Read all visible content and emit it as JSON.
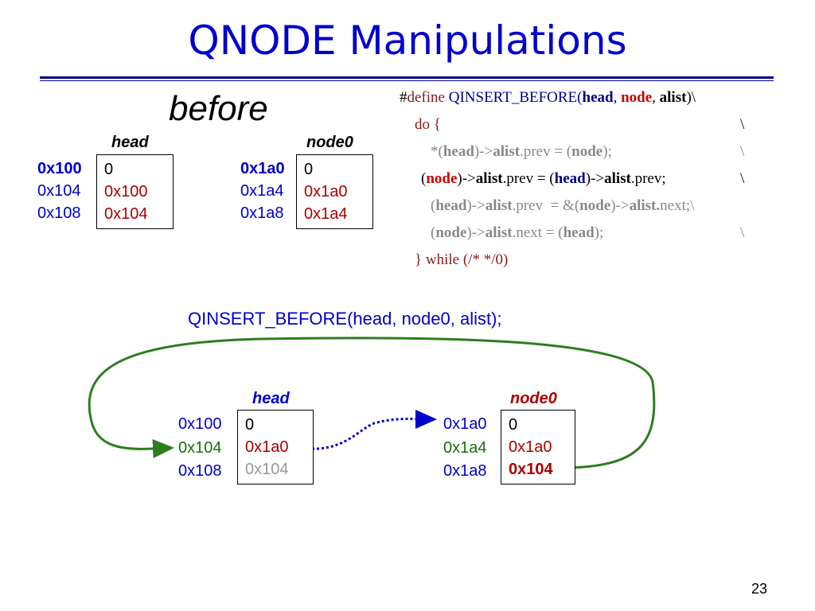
{
  "title": "QNODE Manipulations",
  "before_label": "before",
  "top": {
    "head": {
      "label": "head",
      "addresses": [
        "0x100",
        "0x104",
        "0x108"
      ],
      "values": [
        "0",
        "0x100",
        "0x104"
      ]
    },
    "node0": {
      "label": "node0",
      "addresses": [
        "0x1a0",
        "0x1a4",
        "0x1a8"
      ],
      "values": [
        "0",
        "0x1a0",
        "0x1a4"
      ]
    }
  },
  "code": {
    "line1": {
      "hash": "#",
      "define": "define",
      "macro": "QINSERT_BEFORE(",
      "head": "head",
      "comma1": ", ",
      "node": "node",
      "comma2": ", ",
      "alist": "alist",
      "end": ")\\"
    },
    "line2": {
      "text": "do {",
      "bs": "\\"
    },
    "line3": {
      "a": "*(",
      "head": "head",
      "b": ")->",
      "alist": "alist",
      "c": ".prev = (",
      "node": "node",
      "d": ");",
      "bs": "\\"
    },
    "line4": {
      "a": "(",
      "node": "node",
      "b": ")->",
      "alist": "alist",
      "c": ".prev = (",
      "head": "head",
      "d": ")->",
      "alist2": "alist",
      "e": ".prev;",
      "bs": "\\"
    },
    "line5": {
      "a": "(",
      "head": "head",
      "b": ")->",
      "alist": "alist",
      "c": ".prev  = &(",
      "node": "node",
      "d": ")->",
      "alist2": "alist.",
      "e": "next;\\"
    },
    "line6": {
      "a": "(",
      "node": "node",
      "b": ")->",
      "alist": "alist",
      "c": ".next = (",
      "head": "head",
      "d": ");",
      "bs": "\\"
    },
    "line7": {
      "text": "} while (/* */0)"
    }
  },
  "call_text": "QINSERT_BEFORE(head, node0, alist);",
  "bottom": {
    "head": {
      "label": "head",
      "addresses": [
        "0x100",
        "0x104",
        "0x108"
      ],
      "values": [
        "0",
        "0x1a0",
        "0x104"
      ]
    },
    "node0": {
      "label": "node0",
      "addresses": [
        "0x1a0",
        "0x1a4",
        "0x1a8"
      ],
      "values": [
        "0",
        "0x1a0",
        "0x104"
      ]
    }
  },
  "page_number": "23",
  "colors": {
    "title": "#0000cc",
    "rule": "#000080",
    "arrow_green": "#2e7d1e",
    "arrow_blue": "#0000cc",
    "value_red": "#aa0000"
  }
}
